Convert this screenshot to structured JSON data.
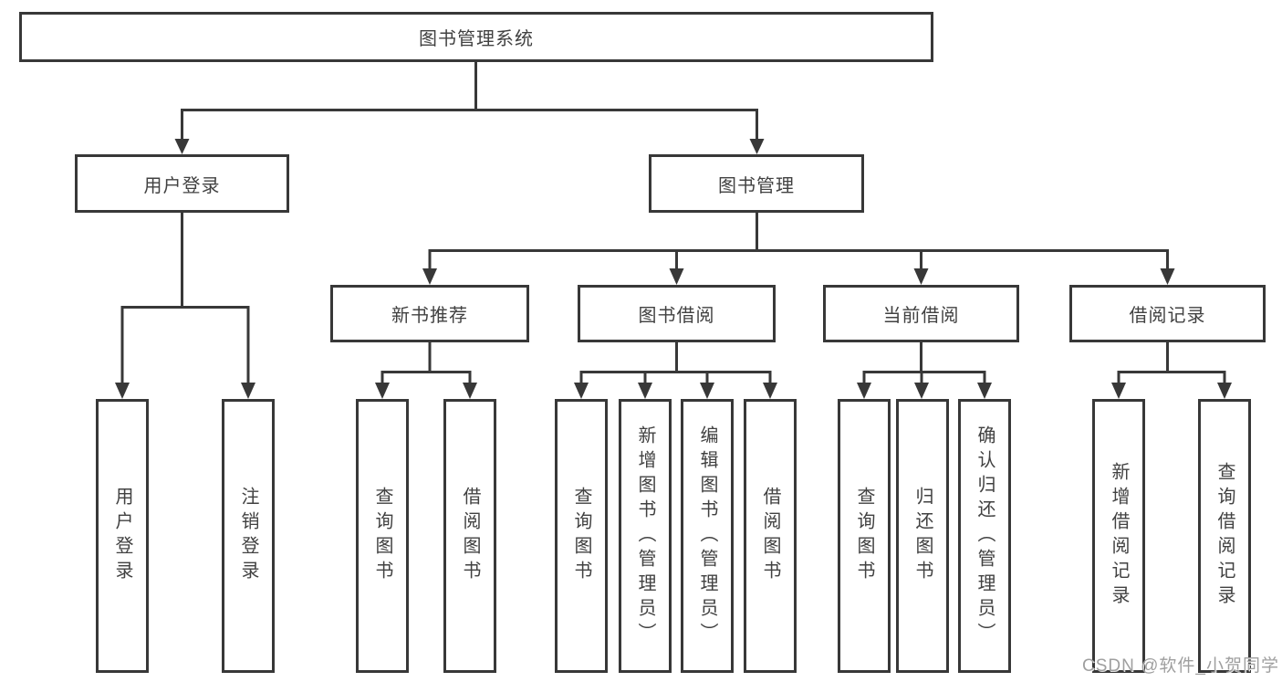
{
  "nodes": {
    "root": "图书管理系统",
    "user_login": "用户登录",
    "book_mgmt": "图书管理",
    "new_book_rec": "新书推荐",
    "book_borrow": "图书借阅",
    "current_borrow": "当前借阅",
    "borrow_records": "借阅记录",
    "leaf_user_login": "用户登录",
    "leaf_logout": "注销登录",
    "leaf_nb_query": "查询图书",
    "leaf_nb_borrow": "借阅图书",
    "leaf_bb_query": "查询图书",
    "leaf_bb_add": "新增图书（管理员）",
    "leaf_bb_edit": "编辑图书（管理员）",
    "leaf_bb_borrow": "借阅图书",
    "leaf_cb_query": "查询图书",
    "leaf_cb_return": "归还图书",
    "leaf_cb_confirm": "确认归还（管理员）",
    "leaf_br_add": "新增借阅记录",
    "leaf_br_query": "查询借阅记录"
  },
  "watermark": "CSDN @软件_小贺同学",
  "colors": {
    "line": "#383838",
    "box_border": "#383838",
    "text": "#414141",
    "background": "#ffffff",
    "watermark": "#9f9f9f"
  }
}
